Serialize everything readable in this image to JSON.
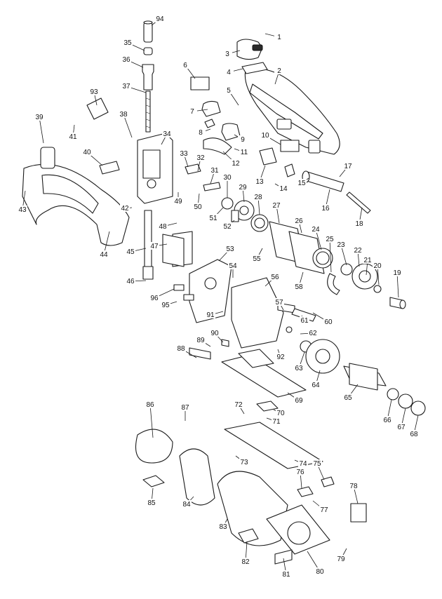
{
  "callouts": [
    "1",
    "2",
    "3",
    "4",
    "5",
    "6",
    "7",
    "8",
    "9",
    "10",
    "11",
    "12",
    "13",
    "14",
    "15",
    "16",
    "17",
    "18",
    "19",
    "20",
    "21",
    "22",
    "23",
    "24",
    "25",
    "26",
    "27",
    "28",
    "29",
    "30",
    "31",
    "32",
    "33",
    "34",
    "35",
    "36",
    "37",
    "38",
    "39",
    "40",
    "41",
    "42",
    "43",
    "44",
    "45",
    "46",
    "47",
    "48",
    "49",
    "50",
    "51",
    "52",
    "53",
    "54",
    "55",
    "56",
    "57",
    "58",
    "60",
    "61",
    "62",
    "63",
    "64",
    "65",
    "66",
    "67",
    "68",
    "69",
    "70",
    "71",
    "72",
    "73",
    "74",
    "75",
    "76",
    "77",
    "78",
    "79",
    "80",
    "81",
    "82",
    "83",
    "84",
    "85",
    "86",
    "87",
    "88",
    "89",
    "90",
    "91",
    "92",
    "93",
    "94",
    "95",
    "96"
  ]
}
